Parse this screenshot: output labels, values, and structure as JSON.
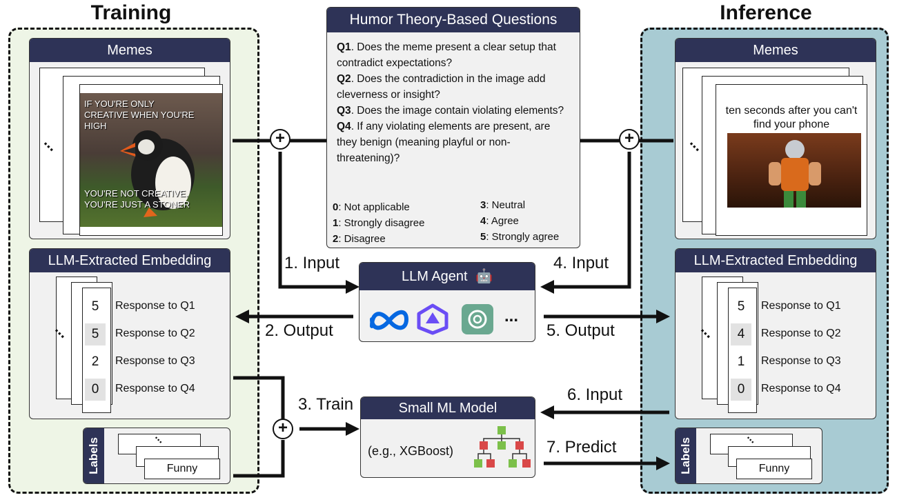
{
  "training": {
    "title": "Training"
  },
  "inference": {
    "title": "Inference"
  },
  "memes_header": "Memes",
  "embedding_header": "LLM-Extracted Embedding",
  "labels_tab": "Labels",
  "funny_label": "Funny",
  "ellipsis": "...",
  "training_meme": {
    "top_text": "IF YOU'RE ONLY CREATIVE WHEN YOU'RE HIGH",
    "bottom_text": "YOU'RE NOT CREATIVE. YOU'RE JUST A STONER"
  },
  "inference_meme": {
    "caption": "ten seconds after you can't find your phone"
  },
  "training_scores": [
    {
      "score": "5",
      "response": "Response to Q1"
    },
    {
      "score": "5",
      "response": "Response to Q2"
    },
    {
      "score": "2",
      "response": "Response to Q3"
    },
    {
      "score": "0",
      "response": "Response to Q4"
    }
  ],
  "inference_scores": [
    {
      "score": "5",
      "response": "Response to Q1"
    },
    {
      "score": "4",
      "response": "Response to Q2"
    },
    {
      "score": "1",
      "response": "Response to Q3"
    },
    {
      "score": "0",
      "response": "Response to Q4"
    }
  ],
  "questions": {
    "title": "Humor Theory-Based Questions",
    "items": [
      {
        "id": "Q1",
        "text": ". Does the meme present a clear setup that contradict expectations?"
      },
      {
        "id": "Q2",
        "text": ". Does the contradiction in the image add cleverness or insight?"
      },
      {
        "id": "Q3",
        "text": ". Does the image contain violating elements?"
      },
      {
        "id": "Q4",
        "text": ". If any violating elements are present, are they benign (meaning playful or non-threatening)?"
      }
    ],
    "scale_left": [
      {
        "n": "0",
        "text": ": Not applicable"
      },
      {
        "n": "1",
        "text": ": Strongly disagree"
      },
      {
        "n": "2",
        "text": ": Disagree"
      }
    ],
    "scale_right": [
      {
        "n": "3",
        "text": ": Neutral"
      },
      {
        "n": "4",
        "text": ": Agree"
      },
      {
        "n": "5",
        "text": ": Strongly agree"
      }
    ]
  },
  "llm_agent": {
    "title": "LLM Agent",
    "robot_icon": "🤖",
    "more": "..."
  },
  "ml_model": {
    "title": "Small ML Model",
    "example": "(e.g., XGBoost)"
  },
  "steps": {
    "s1": "1. Input",
    "s2": "2. Output",
    "s3": "3. Train",
    "s4": "4. Input",
    "s5": "5. Output",
    "s6": "6. Input",
    "s7": "7. Predict"
  },
  "colors": {
    "header_navy": "#2e3357",
    "training_bg": "#eef5e6",
    "inference_bg": "#a8cbd3",
    "panel_bg": "#f1f1f1",
    "meta_blue": "#0668e1",
    "qwen_purple": "#6a4df5",
    "chatgpt_green": "#6aa890"
  }
}
